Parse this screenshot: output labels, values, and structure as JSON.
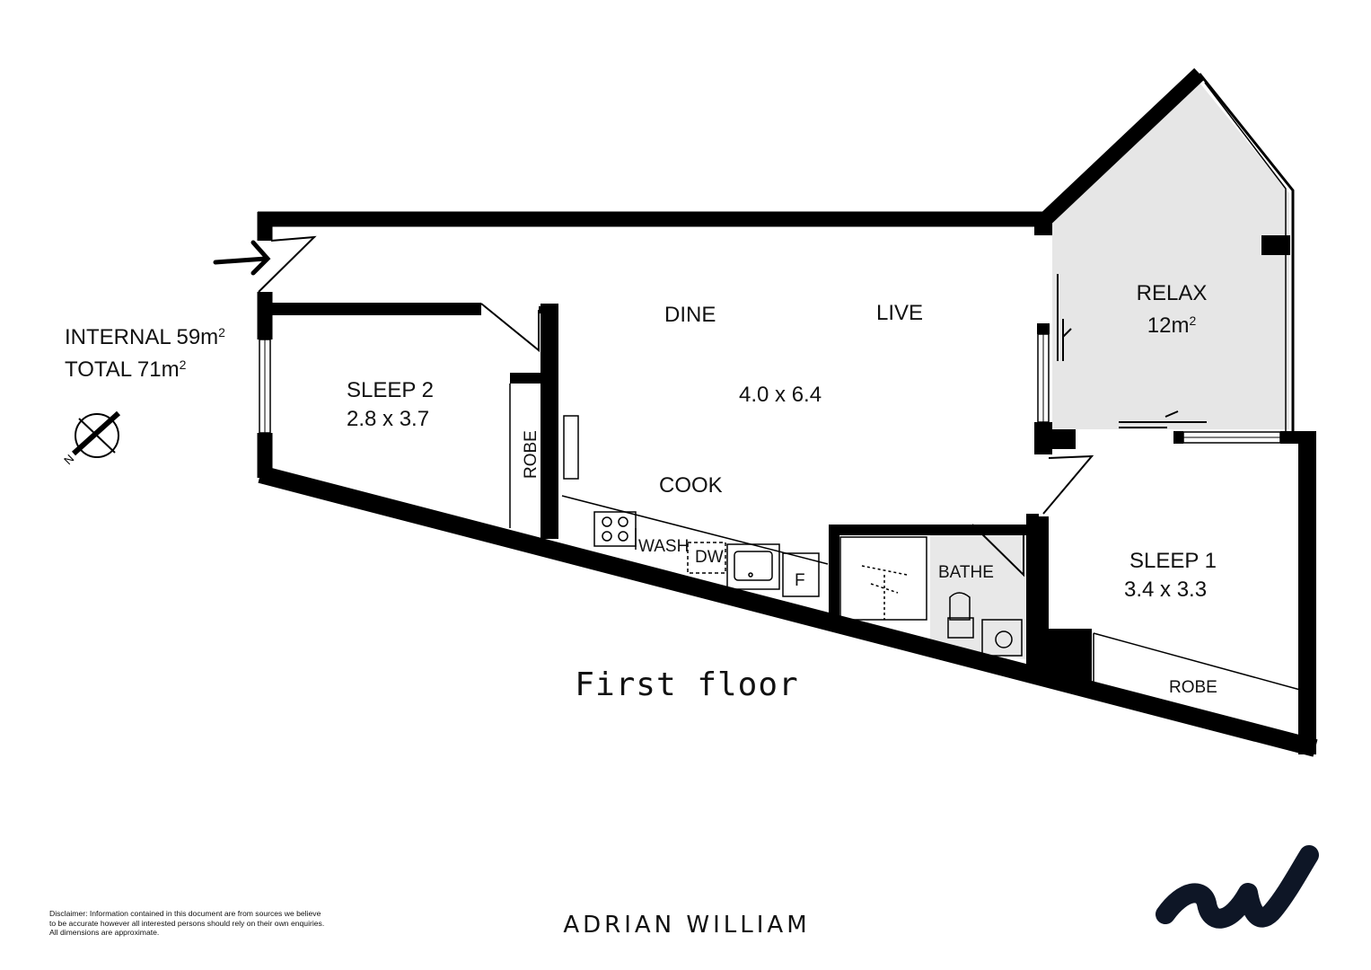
{
  "plan": {
    "title": "First floor",
    "area": {
      "internal_label": "INTERNAL",
      "internal_value": "59m",
      "total_label": "TOTAL",
      "total_value": "71m",
      "superscript": "2"
    },
    "rooms": {
      "dine": "DINE",
      "live": "LIVE",
      "living_size": "4.0 x 6.4",
      "cook": "COOK",
      "sleep2": "SLEEP 2",
      "sleep2_size": "2.8 x 3.7",
      "robe_left": "ROBE",
      "relax": "RELAX",
      "relax_area": "12m",
      "sleep1": "SLEEP 1",
      "sleep1_size": "3.4 x 3.3",
      "robe_right": "ROBE",
      "bathe": "BATHE",
      "wash": "WASH",
      "dw": "DW",
      "fridge": "F"
    },
    "icons": {
      "entry": "entry-arrow-icon",
      "north": "north-compass-icon",
      "logo": "adrian-william-logo-icon"
    },
    "colors": {
      "wall": "#000000",
      "relax_fill": "#e6e6e6",
      "bath_fill": "#e8e8e8",
      "logo": "#0e1626"
    }
  },
  "footer": {
    "disclaimer_line1": "Disclaimer: Information contained in this document are from sources we believe",
    "disclaimer_line2": "to be accurate however all interested persons should rely on their own enquiries.",
    "disclaimer_line3": "All dimensions are approximate.",
    "brand": "ADRIAN WILLIAM"
  }
}
